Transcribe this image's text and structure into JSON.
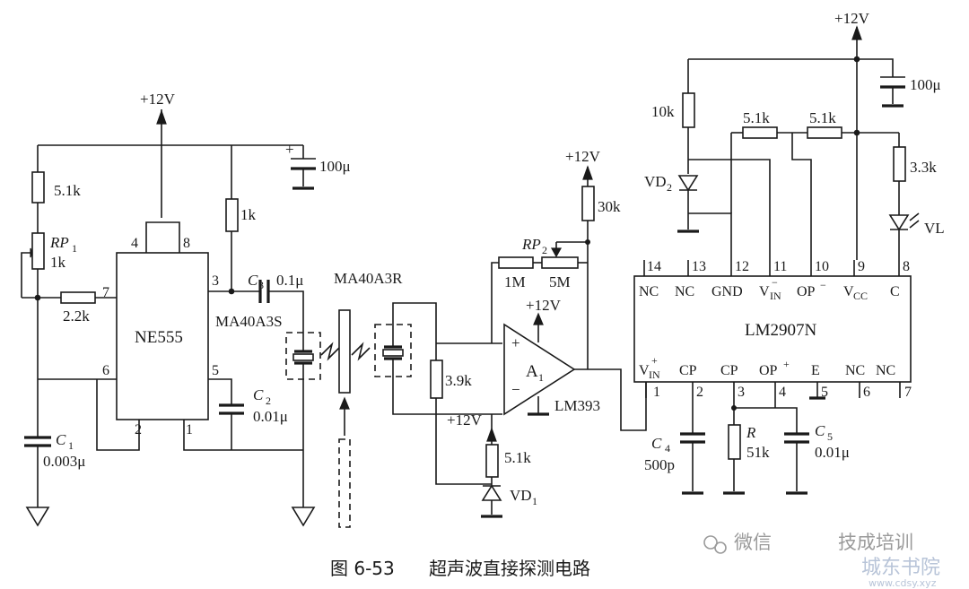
{
  "caption": {
    "figure_number": "图 6-53",
    "title": "超声波直接探测电路"
  },
  "watermark": {
    "wechat": "微信",
    "account": "技成培训",
    "site_name": "城东书院",
    "site_url": "www.cdsy.xyz"
  },
  "supply": {
    "v12_555": "+12V",
    "v12_op": "+12V",
    "v12_op_pos": "+12V",
    "v12_vd1": "+12V",
    "v12_lm2907": "+12V"
  },
  "chips": {
    "ne555": {
      "name": "NE555",
      "pins": {
        "p4": "4",
        "p8": "8",
        "p7": "7",
        "p3": "3",
        "p6": "6",
        "p5": "5",
        "p2": "2",
        "p1": "1"
      }
    },
    "a1": {
      "name": "A",
      "name_sub": "1",
      "type": "LM393",
      "plus": "+",
      "minus": "−"
    },
    "lm2907": {
      "name": "LM2907N",
      "top_pins": [
        "14",
        "13",
        "12",
        "11",
        "10",
        "9",
        "8"
      ],
      "top_labels": [
        "NC",
        "NC",
        "GND",
        "V",
        "OP",
        "V",
        "C"
      ],
      "bottom_pins": [
        "1",
        "2",
        "3",
        "4",
        "5",
        "6",
        "7"
      ],
      "bottom_labels": [
        "V",
        "CP",
        "CP",
        "OP",
        "E",
        "NC",
        "NC"
      ],
      "sub_in_minus": "IN",
      "sup_in_minus": "−",
      "sup_op_minus": "−",
      "sub_vcc": "CC",
      "sub_in_plus": "IN",
      "sup_in_plus": "+",
      "sup_op_plus": "+"
    }
  },
  "components": {
    "r_5k1_left": "5.1k",
    "rp1": {
      "name": "RP",
      "sub": "1",
      "value": "1k"
    },
    "r_2k2": "2.2k",
    "r_1k": "1k",
    "c3": {
      "name": "C",
      "sub": "3",
      "value": "0.1μ"
    },
    "c_100u_left": "100μ",
    "c2": {
      "name": "C",
      "sub": "2",
      "value": "0.01μ"
    },
    "c1": {
      "name": "C",
      "sub": "1",
      "value": "0.003μ"
    },
    "tx": "MA40A3S",
    "rx": "MA40A3R",
    "r_3k9": "3.9k",
    "r_1m": "1M",
    "rp2": {
      "name": "RP",
      "sub": "2",
      "value": "5M"
    },
    "r_30k": "30k",
    "r_5k1_vd1": "5.1k",
    "vd1": {
      "name": "VD",
      "sub": "1"
    },
    "r_10k": "10k",
    "vd2": {
      "name": "VD",
      "sub": "2"
    },
    "r_5k1_a": "5.1k",
    "r_5k1_b": "5.1k",
    "c_100u_right": "100μ",
    "r_3k3": "3.3k",
    "vl": "VL",
    "c4": {
      "name": "C",
      "sub": "4",
      "value": "500p"
    },
    "r51k": {
      "name": "R",
      "value": "51k"
    },
    "c5": {
      "name": "C",
      "sub": "5",
      "value": "0.01μ"
    }
  }
}
